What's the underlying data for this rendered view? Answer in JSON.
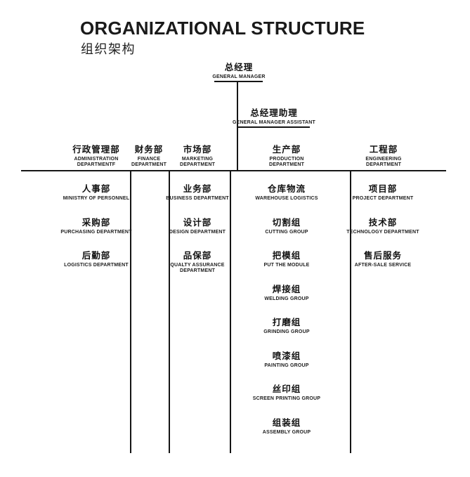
{
  "page_title": {
    "main": "ORGANIZATIONAL STRUCTURE",
    "sub": "组织架构"
  },
  "chart": {
    "root": {
      "zh": "总经理",
      "en": "GENERAL MANAGER"
    },
    "assistant": {
      "zh": "总经理助理",
      "en": "GENERAL MANAGER ASSISTANT"
    },
    "departments": [
      {
        "zh": "行政管理部",
        "en": "ADMINISTRATION DEPARTMENTF",
        "items": [
          {
            "zh": "人事部",
            "en": "MINISTRY OF PERSONNEL"
          },
          {
            "zh": "采购部",
            "en": "PURCHASING DEPARTMENT"
          },
          {
            "zh": "后勤部",
            "en": "LOGISTICS DEPARTMENT"
          }
        ]
      },
      {
        "zh": "财务部",
        "en": "FINANCE DEPARTMENT",
        "items": []
      },
      {
        "zh": "市场部",
        "en": "MARKETING DEPARTMENT",
        "items": [
          {
            "zh": "业务部",
            "en": "BUSINESS DEPARTMENT"
          },
          {
            "zh": "设计部",
            "en": "DESIGN DEPARTMENT"
          },
          {
            "zh": "品保部",
            "en": "QUALTY ASSURANCE DEPARTMENT"
          }
        ]
      },
      {
        "zh": "生产部",
        "en": "PRODUCTION DEPARTMENT",
        "items": [
          {
            "zh": "仓库物流",
            "en": "WAREHOUSE LOGISTICS"
          },
          {
            "zh": "切割组",
            "en": "CUTTING GROUP"
          },
          {
            "zh": "把模组",
            "en": "PUT THE MODULE"
          },
          {
            "zh": "焊接组",
            "en": "WELDING GROUP"
          },
          {
            "zh": "打磨组",
            "en": "GRINDING GROUP"
          },
          {
            "zh": "喷漆组",
            "en": "PAINTING GROUP"
          },
          {
            "zh": "丝印组",
            "en": "SCREEN PRINTING GROUP"
          },
          {
            "zh": "组装组",
            "en": "ASSEMBLY GROUP"
          }
        ]
      },
      {
        "zh": "工程部",
        "en": "ENGINEERING DEPARTMENT",
        "items": [
          {
            "zh": "项目部",
            "en": "PROJECT DEPARTMENT"
          },
          {
            "zh": "技术部",
            "en": "TECHNOLOGY DEPARTMENT"
          },
          {
            "zh": "售后服务",
            "en": "AFTER-SALE SERVICE"
          }
        ]
      }
    ]
  },
  "colors": {
    "text": "#111111",
    "line": "#151515",
    "background": "#ffffff"
  }
}
